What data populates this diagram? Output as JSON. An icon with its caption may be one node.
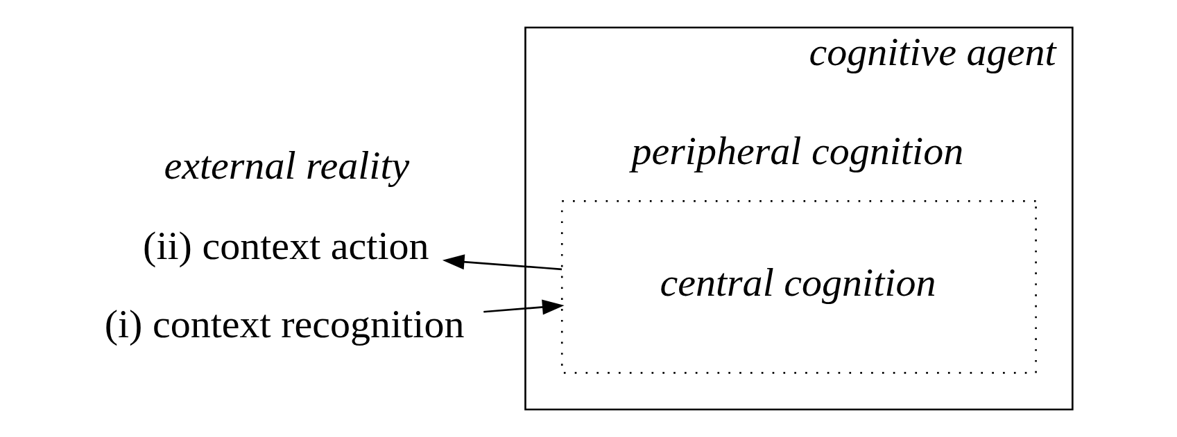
{
  "diagram": {
    "nodes": [
      {
        "text": [
          "cognitive agent",
          "peripheral cognition"
        ]
      },
      {
        "text": [
          "central cognition"
        ],
        "in": 0
      },
      {
        "text": [
          "(ii) context action"
        ]
      },
      {
        "text": [
          "(i) context recognition"
        ]
      }
    ],
    "edges": [
      {
        "from": 1,
        "to": 2,
        "arrow": "to"
      },
      {
        "from": 3,
        "to": 1,
        "arrow": "to"
      }
    ],
    "labels": [
      "external reality"
    ]
  }
}
